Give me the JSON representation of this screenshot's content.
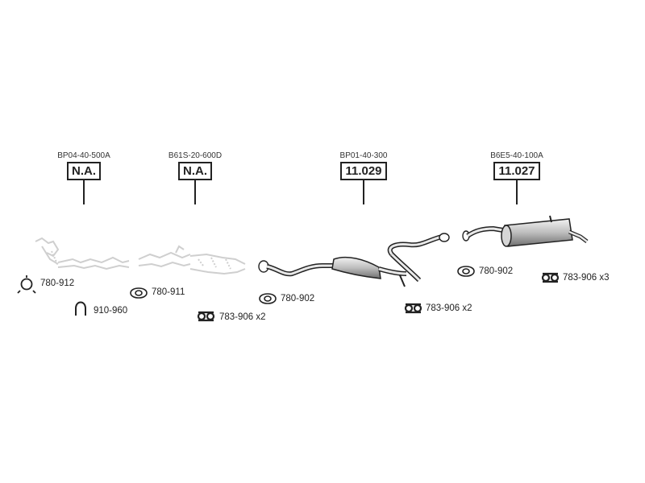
{
  "callouts": [
    {
      "ref": "BP04-40-500A",
      "code": "N.A."
    },
    {
      "ref": "B61S-20-600D",
      "code": "N.A."
    },
    {
      "ref": "BP01-40-300",
      "code": "11.029"
    },
    {
      "ref": "B6E5-40-100A",
      "code": "11.027"
    }
  ],
  "parts": [
    {
      "label": "780-912",
      "icon": "gasket-ring-icon"
    },
    {
      "label": "910-960",
      "icon": "u-clamp-icon"
    },
    {
      "label": "780-911",
      "icon": "flange-gasket-icon"
    },
    {
      "label": "783-906 x2",
      "icon": "rubber-hanger-icon"
    },
    {
      "label": "780-902",
      "icon": "flange-gasket-icon"
    },
    {
      "label": "783-906 x2",
      "icon": "rubber-hanger-icon"
    },
    {
      "label": "780-902",
      "icon": "flange-gasket-icon"
    },
    {
      "label": "783-906 x3",
      "icon": "rubber-hanger-icon"
    }
  ],
  "components": [
    {
      "name": "front-pipe-icon",
      "available": false
    },
    {
      "name": "catalytic-converter-icon",
      "available": false
    },
    {
      "name": "centre-silencer-icon",
      "available": true
    },
    {
      "name": "rear-silencer-icon",
      "available": true
    }
  ]
}
